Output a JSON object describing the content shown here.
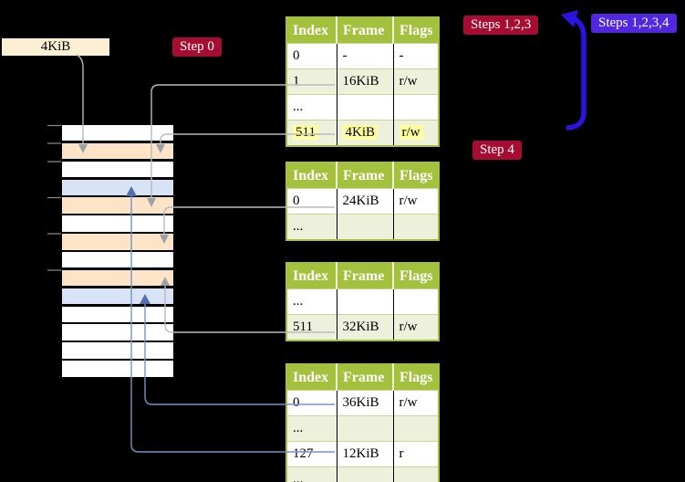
{
  "labels": {
    "frame_pointer": "4KiB"
  },
  "badges": {
    "step0": "Step 0",
    "steps123": "Steps 1,2,3",
    "steps1234": "Steps 1,2,3,4",
    "step4": "Step 4"
  },
  "colors": {
    "badge_red": "#a60d33",
    "badge_violet": "#5227e0",
    "arrow_blue": "#2b13e0",
    "header_green": "#a3c13c",
    "row_green": "#edf1dc",
    "row_orange": "#fde4c7",
    "row_blue": "#d8e4f5",
    "highlight_yellow": "#ffff9e",
    "gray_wire": "#b7babf",
    "blue_wire": "#7693c6"
  },
  "page_tables": [
    {
      "name": "page-table-top",
      "headers": [
        "Index",
        "Frame",
        "Flags"
      ],
      "rows": [
        {
          "index": "0",
          "frame": "-",
          "flags": "-",
          "shaded": false,
          "highlight": false
        },
        {
          "index": "1",
          "frame": "16KiB",
          "flags": "r/w",
          "shaded": true,
          "highlight": false
        },
        {
          "index": "...",
          "frame": "",
          "flags": "",
          "shaded": false,
          "highlight": false
        },
        {
          "index": "511",
          "frame": "4KiB",
          "flags": "r/w",
          "shaded": true,
          "highlight": true
        }
      ]
    },
    {
      "name": "page-table-second",
      "headers": [
        "Index",
        "Frame",
        "Flags"
      ],
      "rows": [
        {
          "index": "0",
          "frame": "24KiB",
          "flags": "r/w",
          "shaded": false,
          "highlight": false
        },
        {
          "index": "...",
          "frame": "",
          "flags": "",
          "shaded": true,
          "highlight": false
        }
      ]
    },
    {
      "name": "page-table-third",
      "headers": [
        "Index",
        "Frame",
        "Flags"
      ],
      "rows": [
        {
          "index": "...",
          "frame": "",
          "flags": "",
          "shaded": false,
          "highlight": false
        },
        {
          "index": "511",
          "frame": "32KiB",
          "flags": "r/w",
          "shaded": true,
          "highlight": false
        }
      ]
    },
    {
      "name": "page-table-bottom",
      "headers": [
        "Index",
        "Frame",
        "Flags"
      ],
      "rows": [
        {
          "index": "0",
          "frame": "36KiB",
          "flags": "r/w",
          "shaded": false,
          "highlight": false
        },
        {
          "index": "...",
          "frame": "",
          "flags": "",
          "shaded": true,
          "highlight": false
        },
        {
          "index": "127",
          "frame": "12KiB",
          "flags": "r",
          "shaded": false,
          "highlight": false
        },
        {
          "index": "...",
          "frame": "",
          "flags": "",
          "shaded": true,
          "highlight": false
        }
      ]
    }
  ],
  "memory_column": {
    "rows": [
      {
        "fill": "white"
      },
      {
        "fill": "orange"
      },
      {
        "fill": "white"
      },
      {
        "fill": "blue"
      },
      {
        "fill": "orange"
      },
      {
        "fill": "white"
      },
      {
        "fill": "orange"
      },
      {
        "fill": "white"
      },
      {
        "fill": "orange"
      },
      {
        "fill": "blue"
      },
      {
        "fill": "white"
      },
      {
        "fill": "white"
      },
      {
        "fill": "white"
      },
      {
        "fill": "white"
      }
    ]
  }
}
